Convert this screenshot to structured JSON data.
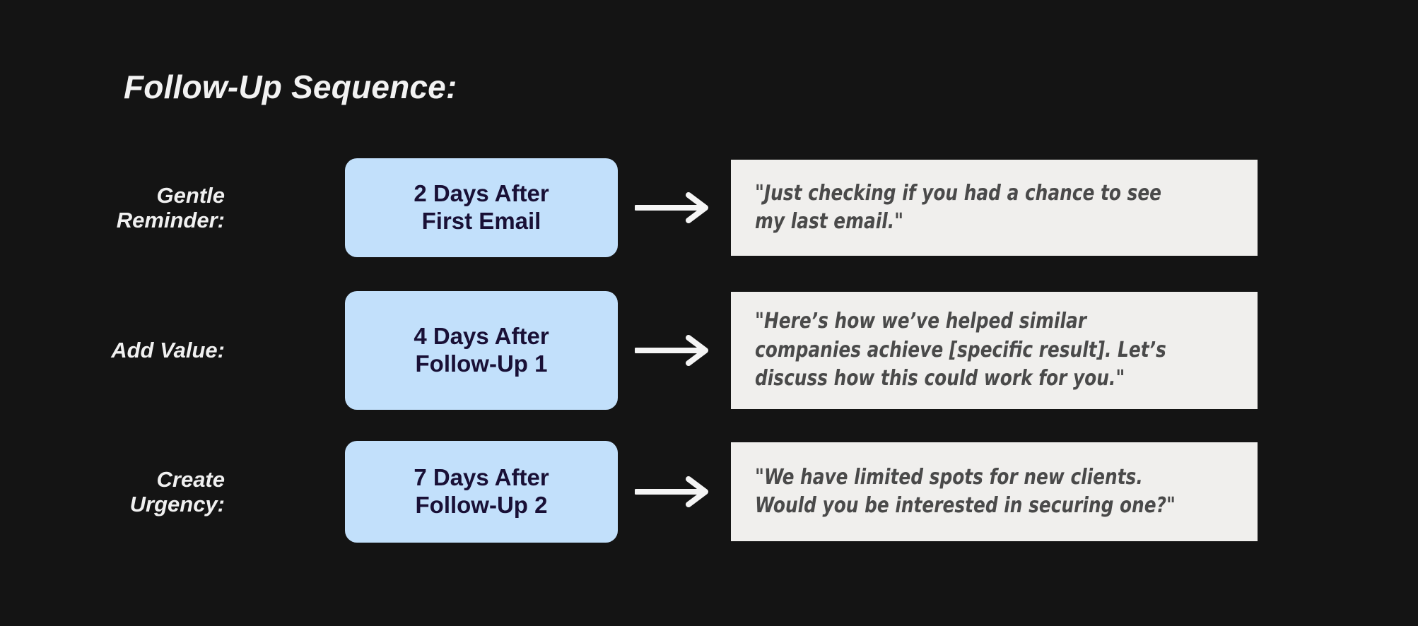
{
  "heading": "Follow-Up Sequence:",
  "theme": {
    "background": "#141414",
    "heading_color": "#f2f2f2",
    "timing_box_bg": "#c2e0fb",
    "timing_box_text": "#191036",
    "quote_box_bg": "#f0efed",
    "quote_text_color": "#4a4a4a",
    "arrow_color": "#f5f5f5"
  },
  "rows": [
    {
      "stage_label": "Gentle\nReminder:",
      "timing": "2 Days After\nFirst Email",
      "arrow_icon": "arrow-right-icon",
      "quote": "\"Just checking if you had a chance to see my last email.\""
    },
    {
      "stage_label": "Add Value:",
      "timing": "4 Days After\nFollow-Up 1",
      "arrow_icon": "arrow-right-icon",
      "quote": "\"Here’s how we’ve helped similar companies achieve [specific result]. Let’s discuss how this could work for you.\""
    },
    {
      "stage_label": "Create\nUrgency:",
      "timing": "7 Days After\nFollow-Up 2",
      "arrow_icon": "arrow-right-icon",
      "quote": "\"We have limited spots for new clients. Would you be interested in securing one?\""
    }
  ]
}
